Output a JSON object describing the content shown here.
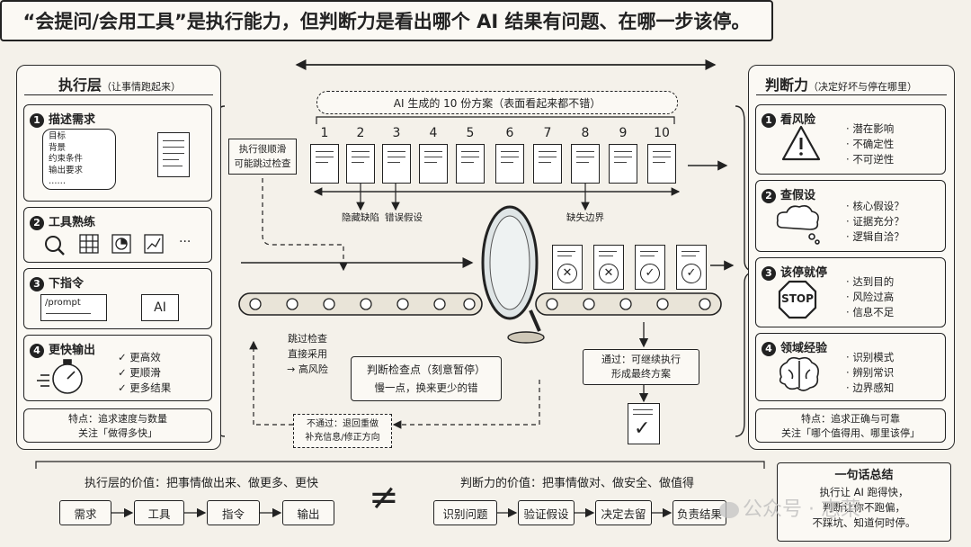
{
  "title": "“会提问/会用工具”是执行能力，但判断力是看出哪个 AI 结果有问题、在哪一步该停。",
  "left": {
    "heading": "执行层",
    "heading_sub": "（让事情跑起来）",
    "cards": [
      {
        "num": "1",
        "title": "描述需求",
        "bubble": [
          "目标",
          "背景",
          "约束条件",
          "输出要求",
          "……"
        ]
      },
      {
        "num": "2",
        "title": "工具熟练",
        "more": "···"
      },
      {
        "num": "3",
        "title": "下指令",
        "prompt": "/prompt",
        "ai": "AI"
      },
      {
        "num": "4",
        "title": "更快输出",
        "checks": [
          "更高效",
          "更顺滑",
          "更多结果"
        ]
      }
    ],
    "feature": [
      "特点：追求速度与数量",
      "关注「做得多快」"
    ]
  },
  "right": {
    "heading": "判断力",
    "heading_sub": "（决定好坏与停在哪里）",
    "cards": [
      {
        "num": "1",
        "title": "看风险",
        "bullets": [
          "潜在影响",
          "不确定性",
          "不可逆性"
        ]
      },
      {
        "num": "2",
        "title": "查假设",
        "bullets": [
          "核心假设？",
          "证据充分？",
          "逻辑自洽？"
        ]
      },
      {
        "num": "3",
        "title": "该停就停",
        "stop": "STOP",
        "bullets": [
          "达到目的",
          "风险过高",
          "信息不足"
        ]
      },
      {
        "num": "4",
        "title": "领域经验",
        "bullets": [
          "识别模式",
          "辨别常识",
          "边界感知"
        ]
      }
    ],
    "feature": [
      "特点：追求正确与可靠",
      "关注「哪个值得用、哪里该停」"
    ]
  },
  "center": {
    "plans_label": "AI 生成的 10 份方案（表面看起来都不错）",
    "plan_numbers": [
      "1",
      "2",
      "3",
      "4",
      "5",
      "6",
      "7",
      "8",
      "9",
      "10"
    ],
    "defects": [
      "隐藏缺陷",
      "错误假设",
      "缺失边界"
    ],
    "smooth": [
      "执行很顺滑",
      "可能跳过检查"
    ],
    "skip": [
      "跳过检查",
      "直接采用",
      "→ 高风险"
    ],
    "checkpoint": [
      "判断检查点（刻意暂停）",
      "慢一点，换来更少的错"
    ],
    "pass": [
      "通过：可继续执行",
      "形成最终方案"
    ],
    "fail": [
      "不通过：退回重做",
      "补充信息/修正方向"
    ]
  },
  "bottom": {
    "exec_value": "执行层的价值：把事情做出来、做更多、更快",
    "exec_steps": [
      "需求",
      "工具",
      "指令",
      "输出"
    ],
    "neq": "≠",
    "judge_value": "判断力的价值：把事情做对、做安全、做值得",
    "judge_steps": [
      "识别问题",
      "验证假设",
      "决定去留",
      "负责结果"
    ],
    "summary_title": "一句话总结",
    "summary": [
      "执行让 AI 跑得快，",
      "判断让你不跑偏，",
      "不踩坑、知道何时停。"
    ],
    "watermark": "公众号 · 志荣"
  }
}
